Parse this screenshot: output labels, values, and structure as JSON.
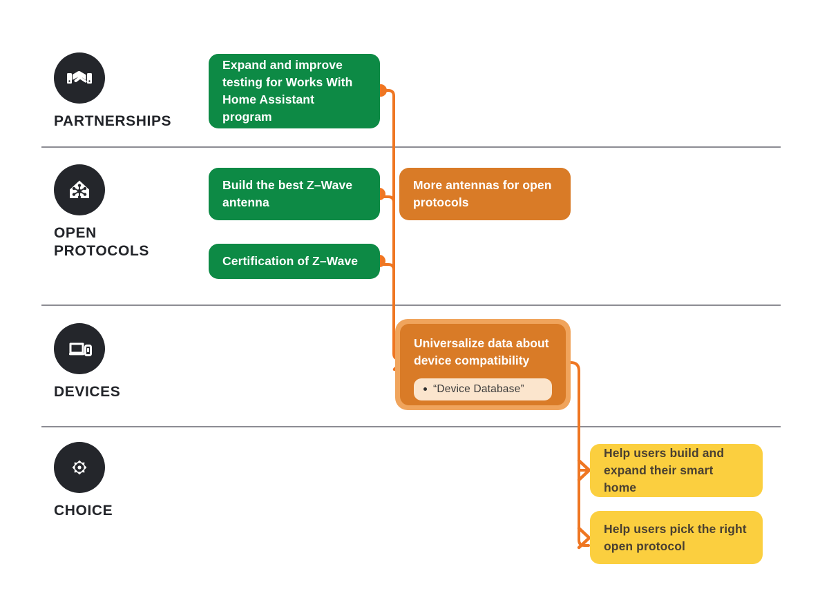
{
  "theme": {
    "background": "#ffffff",
    "green": "#0d8a45",
    "orange": "#d97b27",
    "orange_frame": "#f0a45c",
    "yellow": "#fbcf3f",
    "connector": "#ef7622",
    "divider": "#8c8c93",
    "icon_circle": "#24262b",
    "label_text": "#222429",
    "pill_bg": "#fbe5cd"
  },
  "rows": [
    {
      "id": "partnerships",
      "title": "PARTNERSHIPS",
      "icon": "handshake-icon"
    },
    {
      "id": "open-protocols",
      "title": "OPEN\nPROTOCOLS",
      "icon": "home-assistant-house-icon"
    },
    {
      "id": "devices",
      "title": "DEVICES",
      "icon": "laptop-phone-icon"
    },
    {
      "id": "choice",
      "title": "CHOICE",
      "icon": "burst-wheel-icon"
    }
  ],
  "cards": [
    {
      "id": "card-works-with",
      "row": "partnerships",
      "style": "green",
      "text": "Expand and improve\ntesting for Works With\nHome Assistant program"
    },
    {
      "id": "card-zwave-antenna",
      "row": "open-protocols",
      "style": "green",
      "text": "Build the best Z–Wave\nantenna"
    },
    {
      "id": "card-zwave-certification",
      "row": "open-protocols",
      "style": "green",
      "text": "Certification of Z–Wave"
    },
    {
      "id": "card-more-antennas",
      "row": "open-protocols",
      "style": "orange",
      "text": "More antennas for open\nprotocols"
    },
    {
      "id": "card-universalize-data",
      "row": "devices",
      "style": "orange-framed",
      "text": "Universalize data about\ndevice compatibility",
      "sub_items": [
        "“Device Database”"
      ]
    },
    {
      "id": "card-help-build-expand",
      "row": "choice",
      "style": "yellow",
      "text": "Help users build and\nexpand their smart home"
    },
    {
      "id": "card-help-pick-protocol",
      "row": "choice",
      "style": "yellow",
      "text": "Help users pick the right\nopen protocol"
    }
  ],
  "connectors": {
    "node_count": 3,
    "arrow_count": 3,
    "description": "Three green cards feed a vertical trunk that arrows into the devices card; the devices card feeds two yellow choice cards."
  }
}
